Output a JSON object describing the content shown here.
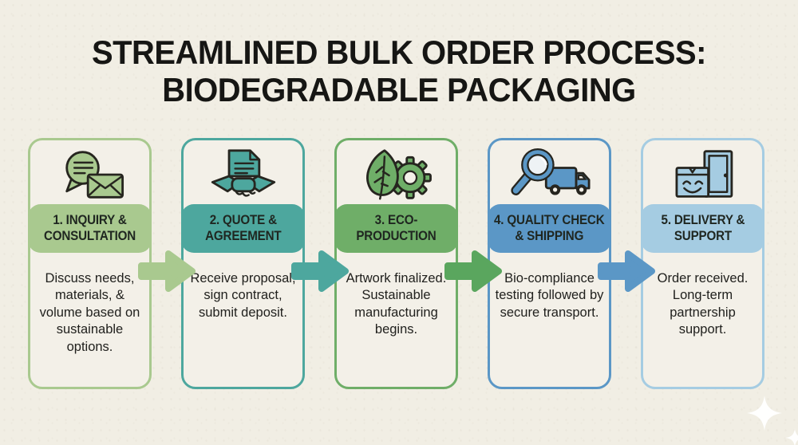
{
  "title": {
    "line1": "STREAMLINED BULK ORDER PROCESS:",
    "line2": "BIODEGRADABLE PACKAGING"
  },
  "steps": [
    {
      "number": "1",
      "icon": "chat-envelope-icon",
      "heading_line1": "1. INQUIRY &",
      "heading_line2": "CONSULTATION",
      "description": "Discuss needs, materials, & volume based on sustainable options.",
      "accent_color": "#a9c98f"
    },
    {
      "number": "2",
      "icon": "contract-handshake-icon",
      "heading_line1": "2. QUOTE &",
      "heading_line2": "AGREEMENT",
      "description": "Receive proposal, sign contract, submit deposit.",
      "accent_color": "#4da79e"
    },
    {
      "number": "3",
      "icon": "leaf-gear-icon",
      "heading_line1": "3. ECO-",
      "heading_line2": "PRODUCTION",
      "description": "Artwork finalized. Sustainable manufacturing begins.",
      "accent_color": "#6fae68"
    },
    {
      "number": "4",
      "icon": "magnifier-truck-icon",
      "heading_line1": "4. QUALITY CHECK",
      "heading_line2": "& SHIPPING",
      "description": "Bio-compliance testing followed by secure transport.",
      "accent_color": "#5b97c6"
    },
    {
      "number": "5",
      "icon": "box-door-icon",
      "heading_line1": "5. DELIVERY &",
      "heading_line2": "SUPPORT",
      "description": "Order received. Long-term partnership support.",
      "accent_color": "#a5cce2"
    }
  ],
  "arrows": [
    {
      "color": "#a9c98f"
    },
    {
      "color": "#4da79e"
    },
    {
      "color": "#5aa65e"
    },
    {
      "color": "#5b97c6"
    }
  ],
  "colors": {
    "page_background": "#f1eee4",
    "card_background": "#f3f0e8",
    "title_text": "#161614",
    "body_text": "#21211e",
    "icon_outline": "#26251f"
  }
}
